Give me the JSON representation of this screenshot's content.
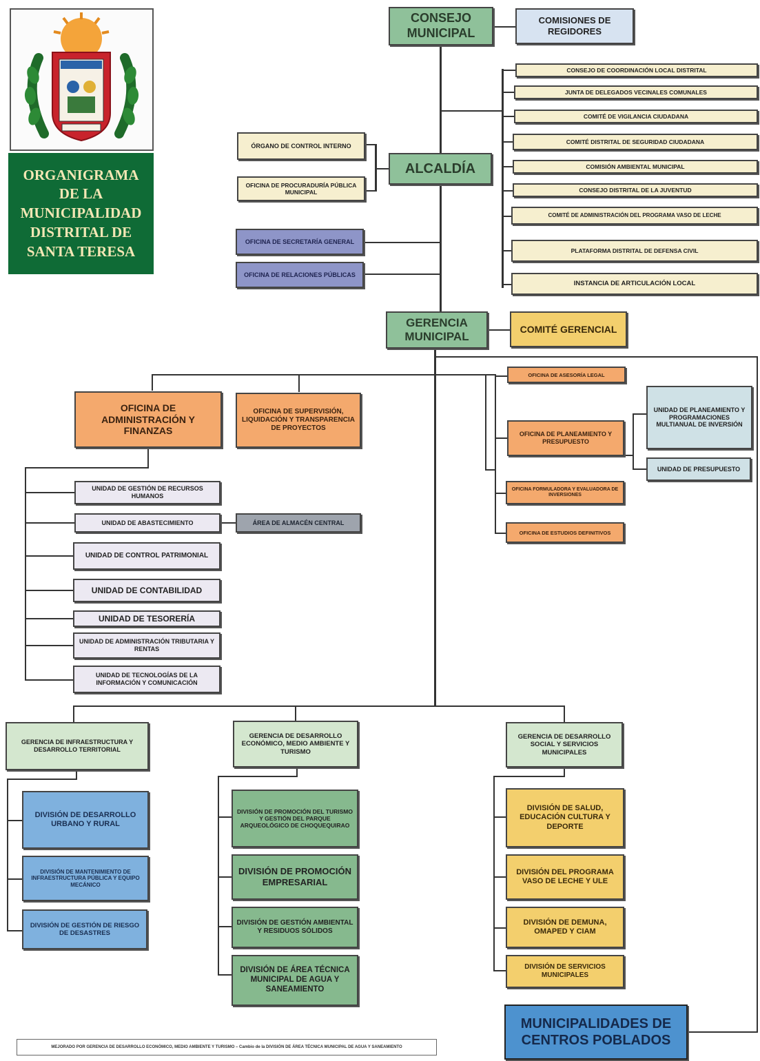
{
  "title": "ORGANIGRAMA DE LA MUNICIPALIDAD DISTRITAL DE SANTA TERESA",
  "logo": {
    "icon": "municipal-coat-of-arms-icon",
    "upper_text": "",
    "lower_text": ""
  },
  "top": {
    "consejo": "CONSEJO MUNICIPAL",
    "comisiones": "COMISIONES DE REGIDORES",
    "alcaldia": "ALCALDÍA",
    "gerencia": "GERENCIA MUNICIPAL",
    "comite_gerencial": "COMITÉ GERENCIAL",
    "municipalidades_cp": "MUNICIPALIDADES DE CENTROS POBLADOS"
  },
  "consultative": [
    "CONSEJO DE COORDINACIÓN LOCAL DISTRITAL",
    "JUNTA DE DELEGADOS VECINALES COMUNALES",
    "COMITÉ DE VIGILANCIA CIUDADANA",
    "COMITÉ DISTRITAL DE SEGURIDAD CIUDADANA",
    "COMISIÓN AMBIENTAL MUNICIPAL",
    "CONSEJO DISTRITAL DE LA JUVENTUD",
    "COMITÉ DE ADMINISTRACIÓN DEL PROGRAMA VASO DE LECHE",
    "PLATAFORMA DISTRITAL DE DEFENSA CIVIL",
    "INSTANCIA DE ARTICULACIÓN LOCAL"
  ],
  "alcaldia_side": [
    "ÓRGANO DE CONTROL INTERNO",
    "OFICINA DE PROCURADURÍA PÚBLICA MUNICIPAL"
  ],
  "alcaldia_support": [
    "OFICINA DE SECRETARÍA GENERAL",
    "OFICINA DE RELACIONES PÚBLICAS"
  ],
  "admin": {
    "oaf": "OFICINA DE ADMINISTRACIÓN Y FINANZAS",
    "supervision": "OFICINA DE SUPERVISIÓN, LIQUIDACIÓN Y TRANSPARENCIA DE PROYECTOS",
    "units": [
      "UNIDAD DE GESTIÓN DE RECURSOS HUMANOS",
      "UNIDAD DE ABASTECIMIENTO",
      "UNIDAD DE CONTROL PATRIMONIAL",
      "UNIDAD DE CONTABILIDAD",
      "UNIDAD DE TESORERÍA",
      "UNIDAD DE ADMINISTRACIÓN TRIBUTARIA Y RENTAS",
      "UNIDAD DE TECNOLOGÍAS DE LA INFORMACIÓN Y COMUNICACIÓN"
    ],
    "almacen": "ÁREA DE ALMACÉN CENTRAL"
  },
  "advisory": {
    "asesoria": "OFICINA DE ASESORÍA LEGAL",
    "planeamiento": "OFICINA DE PLANEAMIENTO Y PRESUPUESTO",
    "formuladora": "OFICINA FORMULADORA Y EVALUADORA DE INVERSIONES",
    "estudios": "OFICINA DE ESTUDIOS DEFINITIVOS",
    "unidad_pmi": "UNIDAD DE PLANEAMIENTO Y PROGRAMACIONES MULTIANUAL DE INVERSIÓN",
    "unidad_presupuesto": "UNIDAD DE PRESUPUESTO"
  },
  "gerencias": {
    "infra": {
      "title": "GERENCIA DE INFRAESTRUCTURA Y DESARROLLO TERRITORIAL",
      "divisions": [
        "DIVISIÓN DE DESARROLLO URBANO Y RURAL",
        "DIVISIÓN DE MANTENIMIENTO DE INFRAESTRUCTURA PÚBLICA Y EQUIPO MECÁNICO",
        "DIVISIÓN DE GESTIÓN DE RIESGO DE DESASTRES"
      ]
    },
    "economico": {
      "title": "GERENCIA DE DESARROLLO ECONÓMICO, MEDIO AMBIENTE Y TURISMO",
      "divisions": [
        "DIVISIÓN DE PROMOCIÓN DEL TURISMO Y GESTIÓN DEL PARQUE ARQUEOLÓGICO DE CHOQUEQUIRAO",
        "DIVISIÓN DE PROMOCIÓN EMPRESARIAL",
        "DIVISIÓN DE GESTIÓN AMBIENTAL Y RESIDUOS SÓLIDOS",
        "DIVISIÓN DE ÁREA TÉCNICA MUNICIPAL DE AGUA Y SANEAMIENTO"
      ]
    },
    "social": {
      "title": "GERENCIA DE DESARROLLO SOCIAL Y SERVICIOS MUNICIPALES",
      "divisions": [
        "DIVISIÓN DE SALUD, EDUCACIÓN CULTURA Y DEPORTE",
        "DIVISIÓN DEL PROGRAMA VASO DE LECHE Y ULE",
        "DIVISIÓN DE DEMUNA, OMAPED Y CIAM",
        "DIVISIÓN DE SERVICIOS MUNICIPALES"
      ]
    }
  },
  "footnote": "MEJORADO POR GERENCIA DE DESARROLLO ECONÓMICO, MEDIO AMBIENTE Y TURISMO – Cambio de la DIVISIÓN DE ÁREA TÉCNICA MUNICIPAL DE AGUA Y SANEAMIENTO"
}
